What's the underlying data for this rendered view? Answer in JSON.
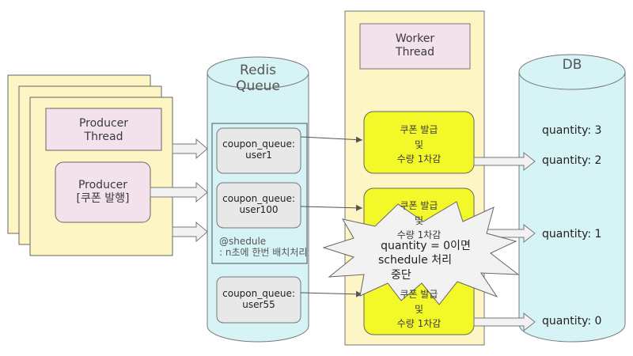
{
  "producer": {
    "thread_label": [
      "Producer",
      "Thread"
    ],
    "label": [
      "Producer",
      "[쿠폰 발행]"
    ]
  },
  "redis": {
    "title": [
      "Redis",
      "Queue"
    ],
    "queues": [
      [
        "coupon_queue:",
        "user1"
      ],
      [
        "coupon_queue:",
        "user100"
      ],
      [
        "coupon_queue:",
        "user55"
      ]
    ],
    "schedule_note": [
      "@shedule",
      ": n초에 한번 배치처리"
    ]
  },
  "worker": {
    "title": [
      "Worker",
      "Thread"
    ],
    "tasks": [
      [
        "쿠폰 발급",
        "및",
        "수량 1차감"
      ],
      [
        "쿠폰 발급",
        "및",
        "수량 1차감"
      ],
      [
        "쿠폰 발급",
        "및",
        "수량 1차감"
      ]
    ]
  },
  "db": {
    "title": "DB",
    "quantities": [
      "quantity: 3",
      "quantity: 2",
      "quantity: 1",
      "quantity: 0"
    ]
  },
  "burst": {
    "lines": [
      "quantity = 0이면",
      "schedule 처리",
      "중단"
    ]
  },
  "colors": {
    "producer_fill": "#fdf5c3",
    "pink": "#f3e1ec",
    "cylinder": "#d6f3f6",
    "worker_fill": "#fdf5c3",
    "task_fill": "#f3f929",
    "queue_item": "#e8e8e8",
    "stroke": "#555555"
  }
}
